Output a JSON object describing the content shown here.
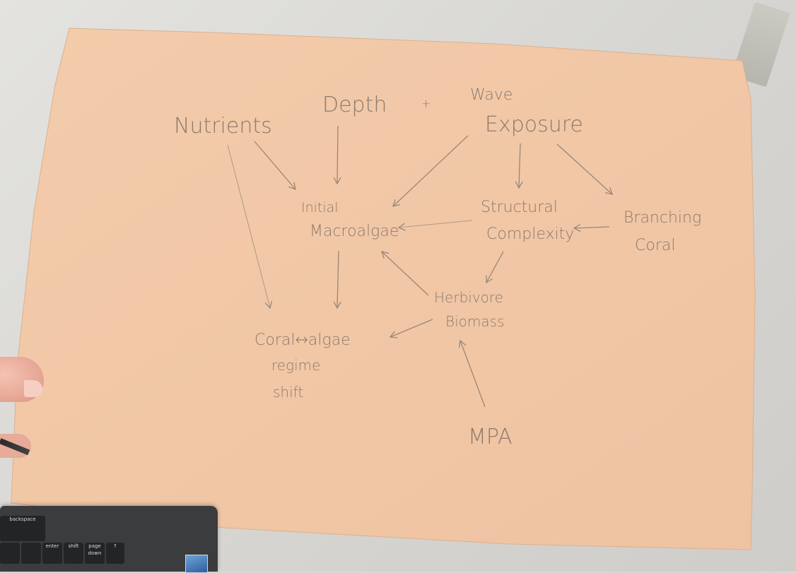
{
  "diagram": {
    "nodes": {
      "depth": "Depth",
      "wave_1": "Wave",
      "wave_2": "Exposure",
      "nutrients": "Nutrients",
      "initial_1": "Initial",
      "initial_2": "Macroalgae",
      "structural_1": "Structural",
      "structural_2": "Complexity",
      "branching_1": "Branching",
      "branching_2": "Coral",
      "herbivore_1": "Herbivore",
      "herbivore_2": "Biomass",
      "regime_1": "Coral↔algae",
      "regime_2": "regime",
      "regime_3": "shift",
      "mpa": "MPA",
      "plus": "+"
    },
    "edges": [
      {
        "from": "Nutrients",
        "to": "Initial Macroalgae"
      },
      {
        "from": "Nutrients",
        "to": "Coral↔algae regime shift"
      },
      {
        "from": "Depth",
        "to": "Initial Macroalgae"
      },
      {
        "from": "Wave Exposure",
        "to": "Initial Macroalgae"
      },
      {
        "from": "Wave Exposure",
        "to": "Structural Complexity"
      },
      {
        "from": "Wave Exposure",
        "to": "Branching Coral"
      },
      {
        "from": "Branching Coral",
        "to": "Structural Complexity"
      },
      {
        "from": "Structural Complexity",
        "to": "Initial Macroalgae"
      },
      {
        "from": "Structural Complexity",
        "to": "Herbivore Biomass"
      },
      {
        "from": "Herbivore Biomass",
        "to": "Initial Macroalgae"
      },
      {
        "from": "Herbivore Biomass",
        "to": "Coral↔algae regime shift"
      },
      {
        "from": "Initial Macroalgae",
        "to": "Coral↔algae regime shift"
      },
      {
        "from": "MPA",
        "to": "Herbivore Biomass"
      }
    ]
  },
  "colors": {
    "paper": "#f2c9a8",
    "pencil": "#8d7a6c",
    "surface": "#d9d8d4",
    "keyboard": "#3b3c3e"
  },
  "keyboard": {
    "keys": [
      "backspace",
      "enter",
      "shift",
      "page down"
    ]
  }
}
